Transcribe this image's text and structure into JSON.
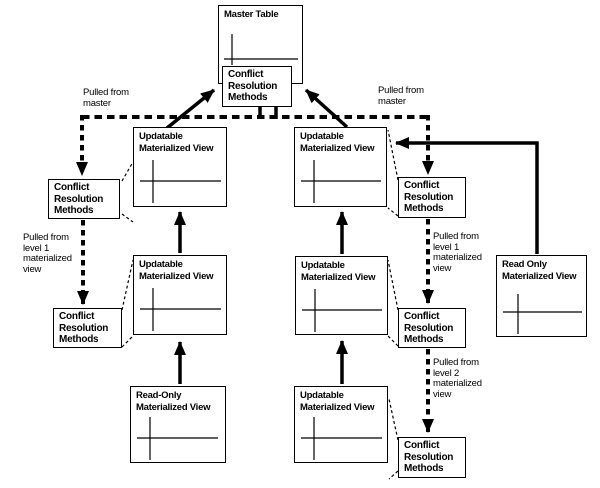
{
  "figure": {
    "kind": "replication-topology-diagram",
    "background_color": "#ffffff",
    "line_color": "#000000",
    "text_color": "#000000"
  },
  "boxes": {
    "master_label": "Master Table",
    "crm_label": "Conflict Resolution Methods",
    "umv_label": "Updatable Materialized View",
    "romv_left_label": "Read-Only Materialized View",
    "romv_right_label": "Read Only Materialized View"
  },
  "annotations": {
    "pulled_master_left": "Pulled from master",
    "pulled_master_right": "Pulled from master",
    "pulled_level1_left": "Pulled from level 1 materialized view",
    "pulled_level1_right": "Pulled from level 1 materialized view",
    "pulled_level2_right": "Pulled from level 2 materialized view"
  },
  "icons": {
    "table_icon": "table-icon",
    "arrow_up": "refresh-arrow",
    "arrow_down_dashed": "pull-arrow"
  }
}
